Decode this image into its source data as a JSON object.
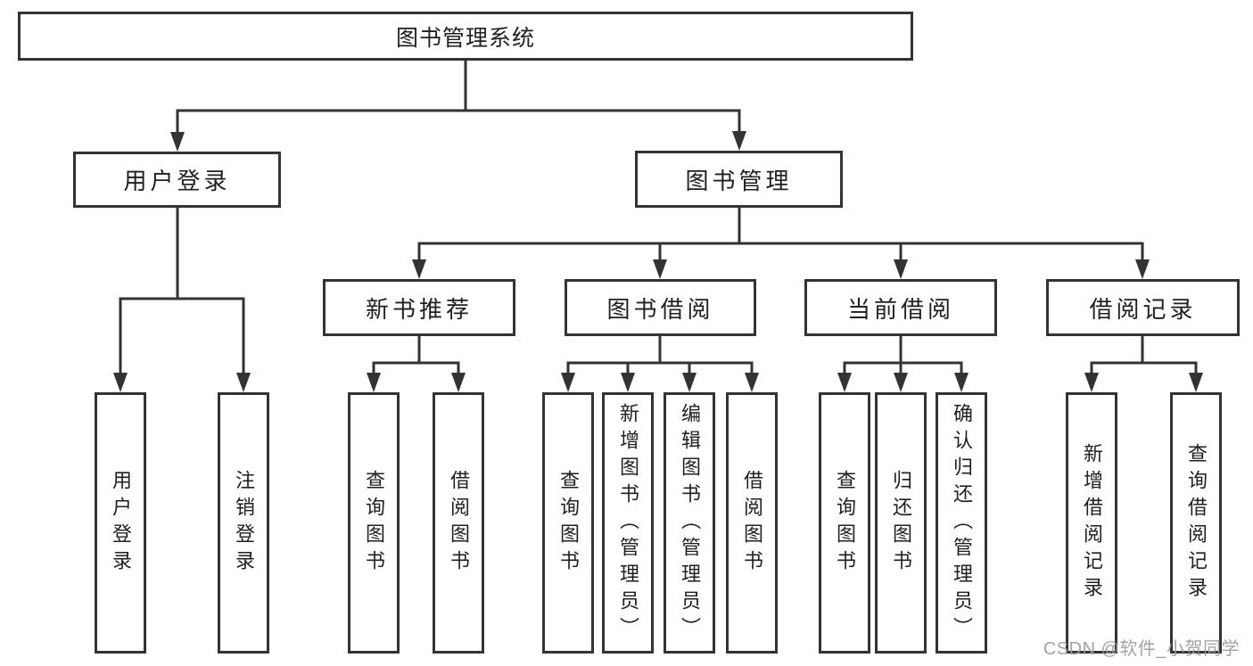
{
  "colors": {
    "line": "#333333",
    "box_border": "#333333",
    "text": "#1f1f1f",
    "watermark_text": "#9c9c9c",
    "background": "#ffffff"
  },
  "watermark": "CSDN @软件_小贺同学",
  "tree": {
    "label": "图书管理系统",
    "children": [
      {
        "label": "用户登录",
        "children": [
          {
            "label": "用户登录"
          },
          {
            "label": "注销登录"
          }
        ]
      },
      {
        "label": "图书管理",
        "children": [
          {
            "label": "新书推荐",
            "children": [
              {
                "label": "查询图书"
              },
              {
                "label": "借阅图书"
              }
            ]
          },
          {
            "label": "图书借阅",
            "children": [
              {
                "label": "查询图书"
              },
              {
                "label": "新增图书（管理员）"
              },
              {
                "label": "编辑图书（管理员）"
              },
              {
                "label": "借阅图书"
              }
            ]
          },
          {
            "label": "当前借阅",
            "children": [
              {
                "label": "查询图书"
              },
              {
                "label": "归还图书"
              },
              {
                "label": "确认归还（管理员）"
              }
            ]
          },
          {
            "label": "借阅记录",
            "children": [
              {
                "label": "新增借阅记录"
              },
              {
                "label": "查询借阅记录"
              }
            ]
          }
        ]
      }
    ]
  }
}
